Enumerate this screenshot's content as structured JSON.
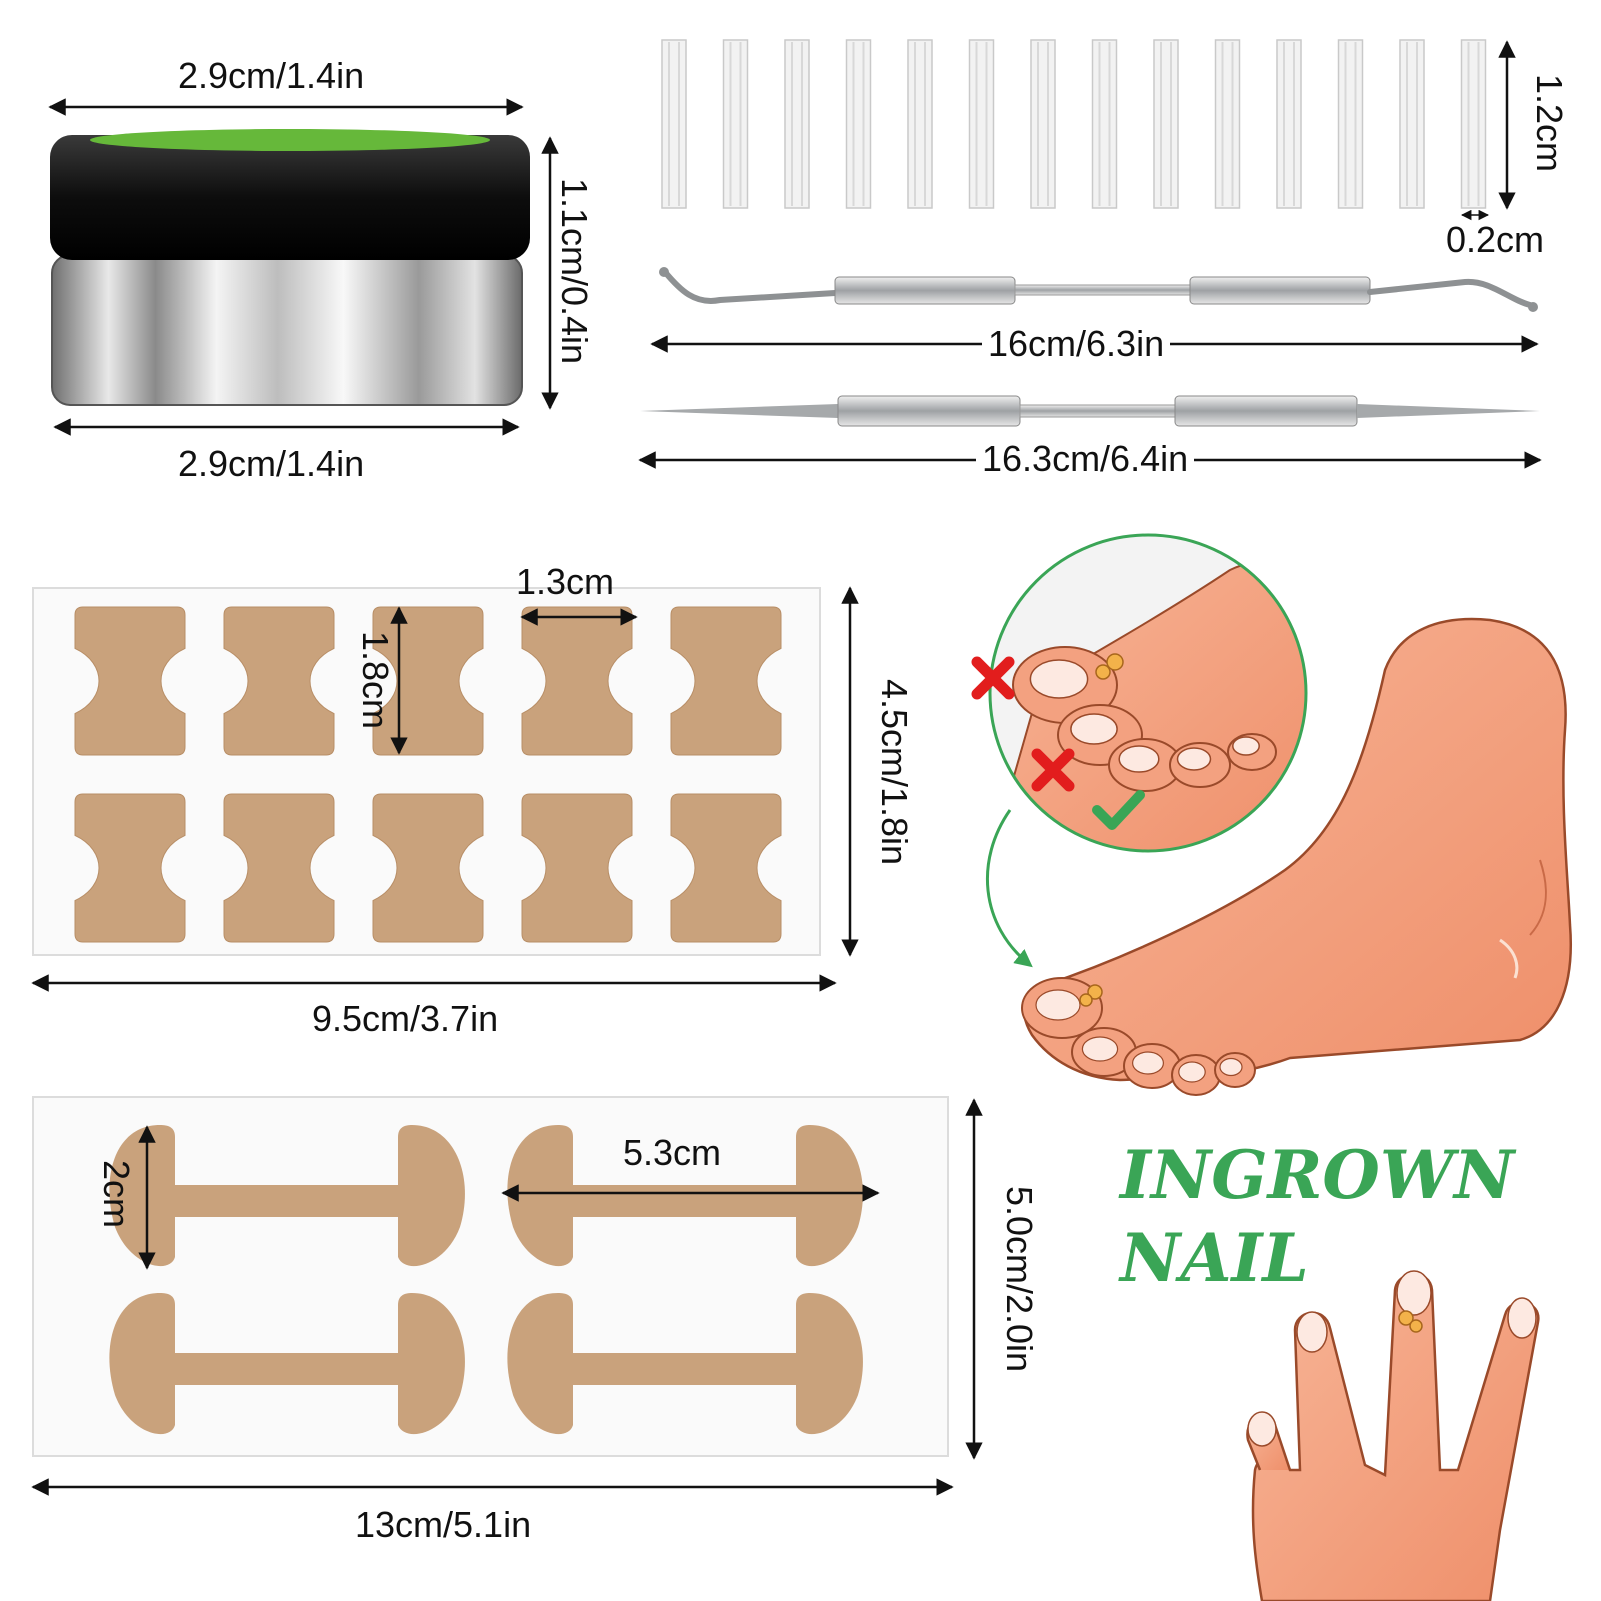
{
  "colors": {
    "accent_green": "#3aa556",
    "tape_beige": "#c9a27c",
    "skin": "#f3a180",
    "skin_dark": "#8a3e22",
    "wrong_red": "#e21d1d",
    "steel": "#b9bcbf",
    "jar_lid": "#111111",
    "line": "#111111"
  },
  "icons": {
    "wrong": "x-mark-icon",
    "right": "check-mark-icon",
    "arrow": "curved-arrow-icon"
  },
  "jar": {
    "top_width": "2.9cm/1.4in",
    "bottom_width": "2.9cm/1.4in",
    "height": "1.1cm/0.4in"
  },
  "straws": {
    "count": 14,
    "length": "1.2cm",
    "width": "0.2cm"
  },
  "tools": {
    "lifter_length": "16cm/6.3in",
    "file_length": "16.3cm/6.4in"
  },
  "patch_sheet_1": {
    "patch_width": "1.3cm",
    "patch_height": "1.8cm",
    "sheet_height": "4.5cm/1.8in",
    "sheet_width": "9.5cm/3.7in",
    "rows": 2,
    "columns": 5
  },
  "patch_sheet_2": {
    "patch_length": "5.3cm",
    "patch_height": "2cm",
    "sheet_height": "5.0cm/2.0in",
    "sheet_width": "13cm/5.1in",
    "rows": 2,
    "columns": 2
  },
  "headline": {
    "line1": "INGROWN",
    "line2": "NAIL"
  }
}
